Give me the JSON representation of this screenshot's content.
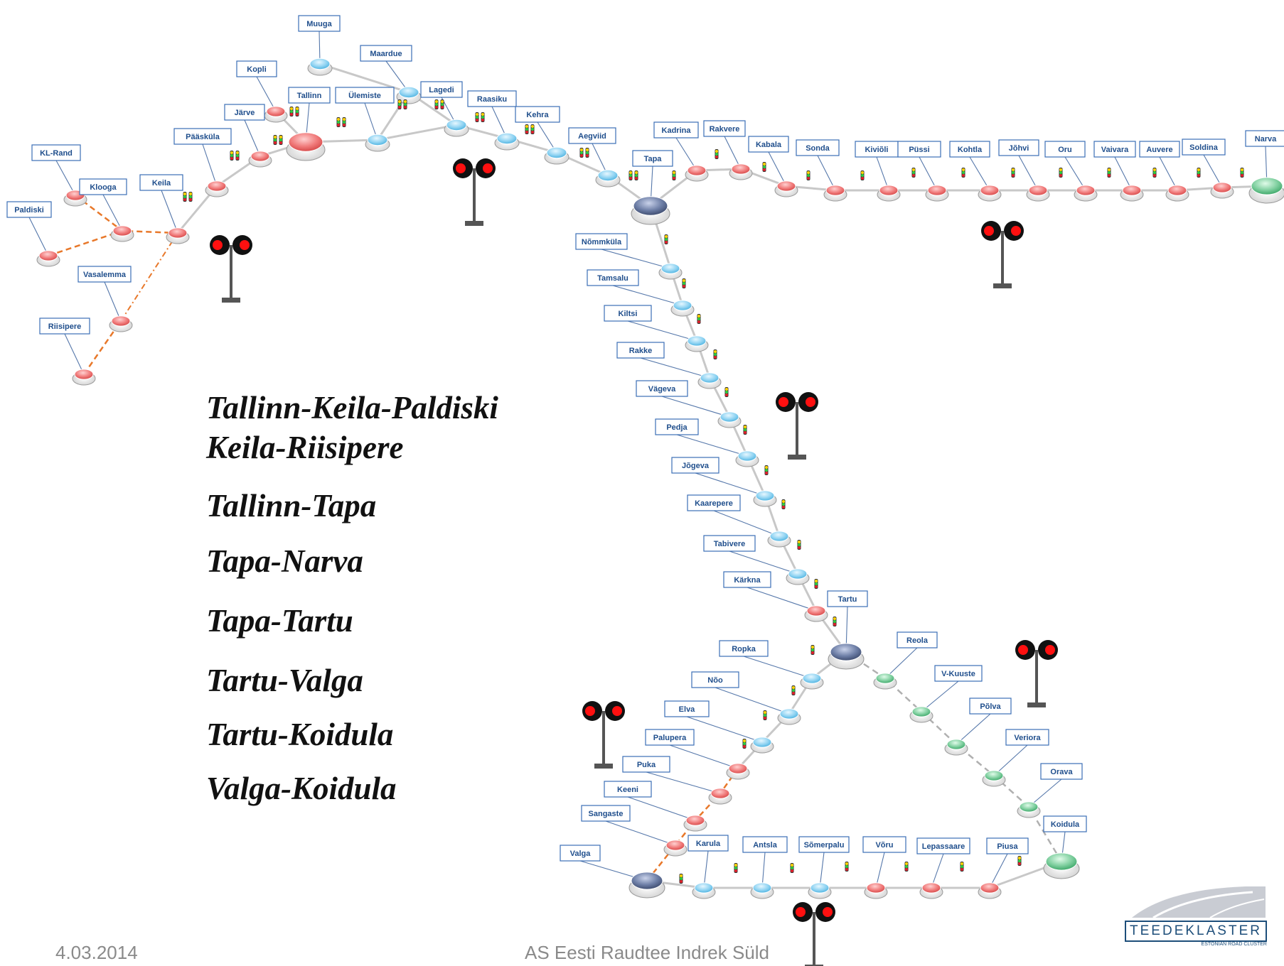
{
  "routes": [
    "Tallinn-Keila-Paldiski",
    "Keila-Riisipere",
    "Tallinn-Tapa",
    "Tapa-Narva",
    "Tapa-Tartu",
    "Tartu-Valga",
    "Tartu-Koidula",
    "Valga-Koidula"
  ],
  "footer": {
    "date": "4.03.2014",
    "author": "AS Eesti Raudtee Indrek Süld"
  },
  "logo": {
    "name": "TEEDEKLASTER",
    "subtitle": "ESTONIAN ROAD CLUSTER"
  },
  "colors": {
    "red_station": "#f07a7a",
    "blue_station": "#8fd3f2",
    "green_station": "#7fcf9f",
    "junction": "#5a6a8c",
    "label_border": "#3b6fb6",
    "label_text": "#1f4e8c",
    "dashed_line": "#e8782a",
    "grey_dashed_line": "#b0b0b0",
    "track": "#c8c8c8"
  },
  "stations": [
    {
      "name": "Muuga",
      "color": "blue"
    },
    {
      "name": "Maardue",
      "color": "blue"
    },
    {
      "name": "Kopli",
      "color": "red"
    },
    {
      "name": "Tallinn",
      "color": "red"
    },
    {
      "name": "Ülemiste",
      "color": "blue"
    },
    {
      "name": "Lagedi",
      "color": "blue"
    },
    {
      "name": "Raasiku",
      "color": "blue"
    },
    {
      "name": "Kehra",
      "color": "blue"
    },
    {
      "name": "Aegviid",
      "color": "blue"
    },
    {
      "name": "Järve",
      "color": "red"
    },
    {
      "name": "Pääsküla",
      "color": "red"
    },
    {
      "name": "KL-Rand",
      "color": "red"
    },
    {
      "name": "Klooga",
      "color": "red"
    },
    {
      "name": "Keila",
      "color": "red"
    },
    {
      "name": "Paldiski",
      "color": "red"
    },
    {
      "name": "Vasalemma",
      "color": "red"
    },
    {
      "name": "Riisipere",
      "color": "red"
    },
    {
      "name": "Tapa",
      "color": "junction"
    },
    {
      "name": "Kadrina",
      "color": "red"
    },
    {
      "name": "Rakvere",
      "color": "red"
    },
    {
      "name": "Kabala",
      "color": "red"
    },
    {
      "name": "Sonda",
      "color": "red"
    },
    {
      "name": "Kiviõli",
      "color": "red"
    },
    {
      "name": "Püssi",
      "color": "red"
    },
    {
      "name": "Kohtla",
      "color": "red"
    },
    {
      "name": "Jõhvi",
      "color": "red"
    },
    {
      "name": "Oru",
      "color": "red"
    },
    {
      "name": "Vaivara",
      "color": "red"
    },
    {
      "name": "Auvere",
      "color": "red"
    },
    {
      "name": "Soldina",
      "color": "red"
    },
    {
      "name": "Narva",
      "color": "green"
    },
    {
      "name": "Nõmmküla",
      "color": "blue"
    },
    {
      "name": "Tamsalu",
      "color": "blue"
    },
    {
      "name": "Kiltsi",
      "color": "blue"
    },
    {
      "name": "Rakke",
      "color": "blue"
    },
    {
      "name": "Vägeva",
      "color": "blue"
    },
    {
      "name": "Pedja",
      "color": "blue"
    },
    {
      "name": "Jõgeva",
      "color": "blue"
    },
    {
      "name": "Kaarepere",
      "color": "blue"
    },
    {
      "name": "Tabivere",
      "color": "blue"
    },
    {
      "name": "Kärkna",
      "color": "red"
    },
    {
      "name": "Tartu",
      "color": "junction"
    },
    {
      "name": "Ropka",
      "color": "blue"
    },
    {
      "name": "Nõo",
      "color": "blue"
    },
    {
      "name": "Elva",
      "color": "blue"
    },
    {
      "name": "Palupera",
      "color": "red"
    },
    {
      "name": "Puka",
      "color": "red"
    },
    {
      "name": "Keeni",
      "color": "red"
    },
    {
      "name": "Sangaste",
      "color": "red"
    },
    {
      "name": "Valga",
      "color": "junction"
    },
    {
      "name": "Karula",
      "color": "blue"
    },
    {
      "name": "Antsla",
      "color": "blue"
    },
    {
      "name": "Sõmerpalu",
      "color": "blue"
    },
    {
      "name": "Võru",
      "color": "red"
    },
    {
      "name": "Lepassaare",
      "color": "red"
    },
    {
      "name": "Piusa",
      "color": "red"
    },
    {
      "name": "Koidula",
      "color": "green"
    },
    {
      "name": "Reola",
      "color": "green"
    },
    {
      "name": "V-Kuuste",
      "color": "green"
    },
    {
      "name": "Põlva",
      "color": "green"
    },
    {
      "name": "Veriora",
      "color": "green"
    },
    {
      "name": "Orava",
      "color": "green"
    }
  ]
}
